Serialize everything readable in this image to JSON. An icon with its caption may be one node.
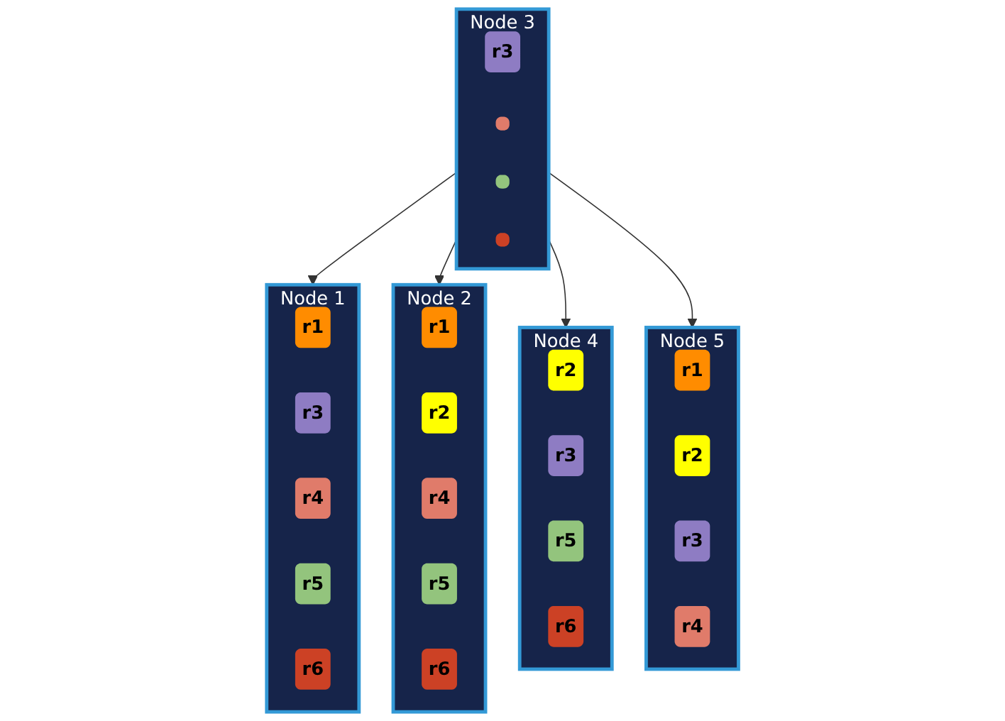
{
  "diagram": {
    "nodes": [
      {
        "text": [
          "Node 1"
        ]
      },
      {
        "text": [
          "r1"
        ],
        "in": 0
      },
      {
        "text": [
          "r3"
        ],
        "in": 0
      },
      {
        "text": [
          "r4"
        ],
        "in": 0
      },
      {
        "text": [
          "r5"
        ],
        "in": 0
      },
      {
        "text": [
          "r6"
        ],
        "in": 0
      },
      {
        "text": [
          "Node 2"
        ]
      },
      {
        "text": [
          "r1"
        ],
        "in": 6
      },
      {
        "text": [
          "r2"
        ],
        "in": 6
      },
      {
        "text": [
          "r4"
        ],
        "in": 6
      },
      {
        "text": [
          "r5"
        ],
        "in": 6
      },
      {
        "text": [
          "r6"
        ],
        "in": 6
      },
      {
        "text": [
          "Node 3"
        ]
      },
      {
        "text": [
          "r3"
        ],
        "in": 12
      },
      {
        "text": [],
        "shape": "bar",
        "in": 12
      },
      {
        "text": [],
        "shape": "bar",
        "in": 12
      },
      {
        "text": [],
        "shape": "bar",
        "in": 12
      },
      {
        "text": [
          "Node 4"
        ]
      },
      {
        "text": [
          "r2"
        ],
        "in": 17
      },
      {
        "text": [
          "r3"
        ],
        "in": 17
      },
      {
        "text": [
          "r5"
        ],
        "in": 17
      },
      {
        "text": [
          "r6"
        ],
        "in": 17
      },
      {
        "text": [
          "Node 5"
        ]
      },
      {
        "text": [
          "r1"
        ],
        "in": 22
      },
      {
        "text": [
          "r2"
        ],
        "in": 22
      },
      {
        "text": [
          "r3"
        ],
        "in": 22
      },
      {
        "text": [
          "r4"
        ],
        "in": 22
      }
    ],
    "edges": [
      {
        "from": 12,
        "to": 0,
        "arrow": "to"
      },
      {
        "from": 12,
        "to": 6,
        "arrow": "to"
      },
      {
        "from": 12,
        "to": 17,
        "arrow": "to"
      },
      {
        "from": 12,
        "to": 22,
        "arrow": "to"
      }
    ]
  }
}
